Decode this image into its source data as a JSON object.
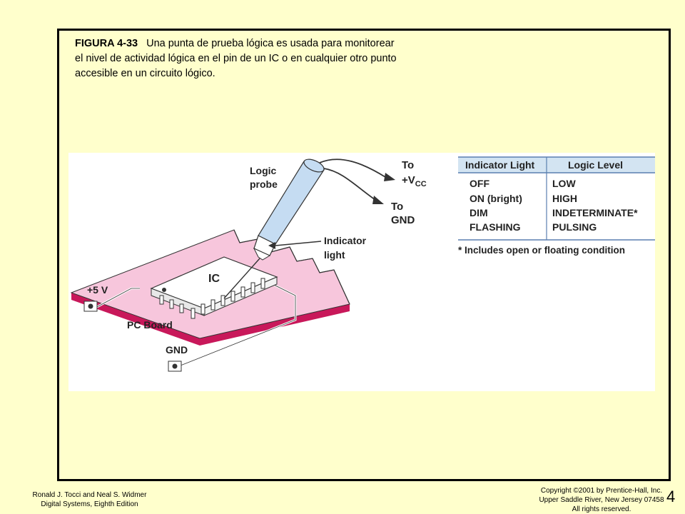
{
  "caption": {
    "figure_label": "FIGURA 4-33",
    "text": "Una punta de prueba lógica es usada para monitorear el nivel de actividad lógica en el pin de un IC o en cualquier otro punto accesible en un circuito lógico."
  },
  "diagram": {
    "probe_label_1": "Logic",
    "probe_label_2": "probe",
    "to_vcc_1": "To",
    "to_vcc_2": "+V",
    "to_vcc_sub": "CC",
    "to_gnd_1": "To",
    "to_gnd_2": "GND",
    "indicator_label_1": "Indicator",
    "indicator_label_2": "light",
    "ic_label": "IC",
    "pcb_label": "PC Board",
    "plus5_label": "+5 V",
    "gnd_label": "GND"
  },
  "table": {
    "headers": [
      "Indicator Light",
      "Logic Level"
    ],
    "rows": [
      [
        "OFF",
        "LOW"
      ],
      [
        "ON (bright)",
        "HIGH"
      ],
      [
        "DIM",
        "INDETERMINATE*"
      ],
      [
        "FLASHING",
        "PULSING"
      ]
    ],
    "footnote": "* Includes open or floating condition"
  },
  "footer": {
    "left_line1": "Ronald J. Tocci and Neal S. Widmer",
    "left_line2": "Digital Systems, Eighth Edition",
    "right_line1": "Copyright ©2001 by Prentice-Hall, Inc.",
    "right_line2": "Upper Saddle River, New Jersey 07458",
    "right_line3": "All rights reserved.",
    "chapter_number": "4"
  },
  "colors": {
    "background": "#ffffcc",
    "pcb_pink": "#f7c6dc",
    "pcb_edge": "#c8185a",
    "probe_blue": "#c5dcf2",
    "table_header": "#d3e4f2"
  }
}
